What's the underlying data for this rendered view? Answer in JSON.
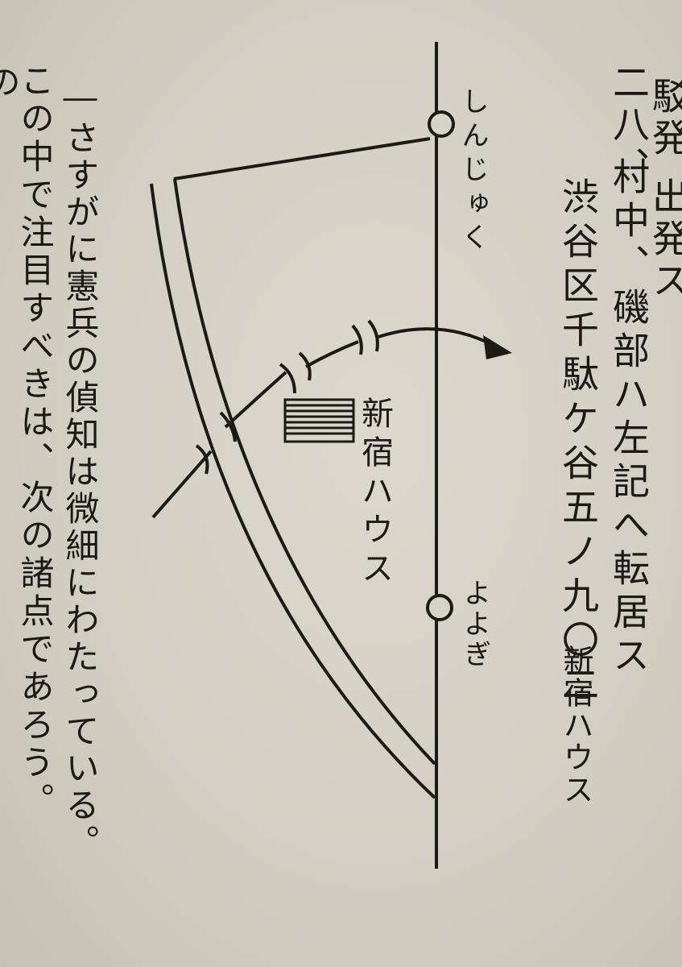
{
  "right_column": {
    "edge_text": "駁発",
    "edge_text_2": "出発ス"
  },
  "entry": {
    "number": "二八、",
    "text": "村中、磯部ハ左記へ転居ス",
    "address": "渋谷区千駄ケ谷五ノ九〇二",
    "place": "新宿ハウス"
  },
  "map": {
    "station_top": "しんじゅく",
    "station_bottom": "よよぎ",
    "house_label": "新宿ハウス"
  },
  "commentary": {
    "line1": "―さすがに憲兵の偵知は微細にわたっている。",
    "line2": "この中で注目すべきは、次の諸点であろう。",
    "line3_fragment": "の"
  }
}
